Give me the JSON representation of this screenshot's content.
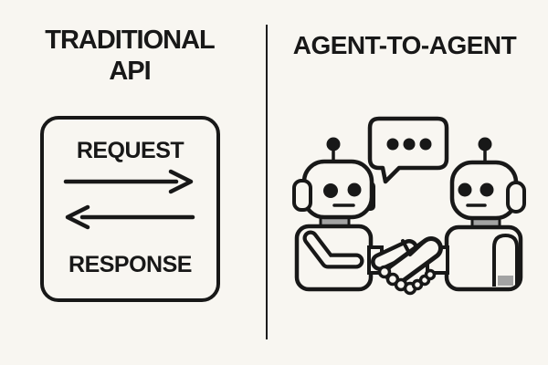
{
  "page": {
    "background_color": "#f8f6f1",
    "ink_color": "#181818",
    "metal_gray_color": "#a3a3a3",
    "has_center_divider": true
  },
  "left_panel": {
    "title_line1": "TRADITIONAL",
    "title_line2": "API",
    "api_box": {
      "request_label": "REQUEST",
      "response_label": "RESPONSE",
      "request_arrow_icon": "arrow-right",
      "response_arrow_icon": "arrow-left"
    }
  },
  "right_panel": {
    "title": "AGENT-TO-AGENT",
    "illustration": {
      "speech_bubble_icon": "speech-bubble-with-ellipsis",
      "ellipsis_dot_count": 3,
      "left_robot_icon": "robot",
      "right_robot_icon": "robot",
      "handshake_icon": "handshake"
    }
  }
}
